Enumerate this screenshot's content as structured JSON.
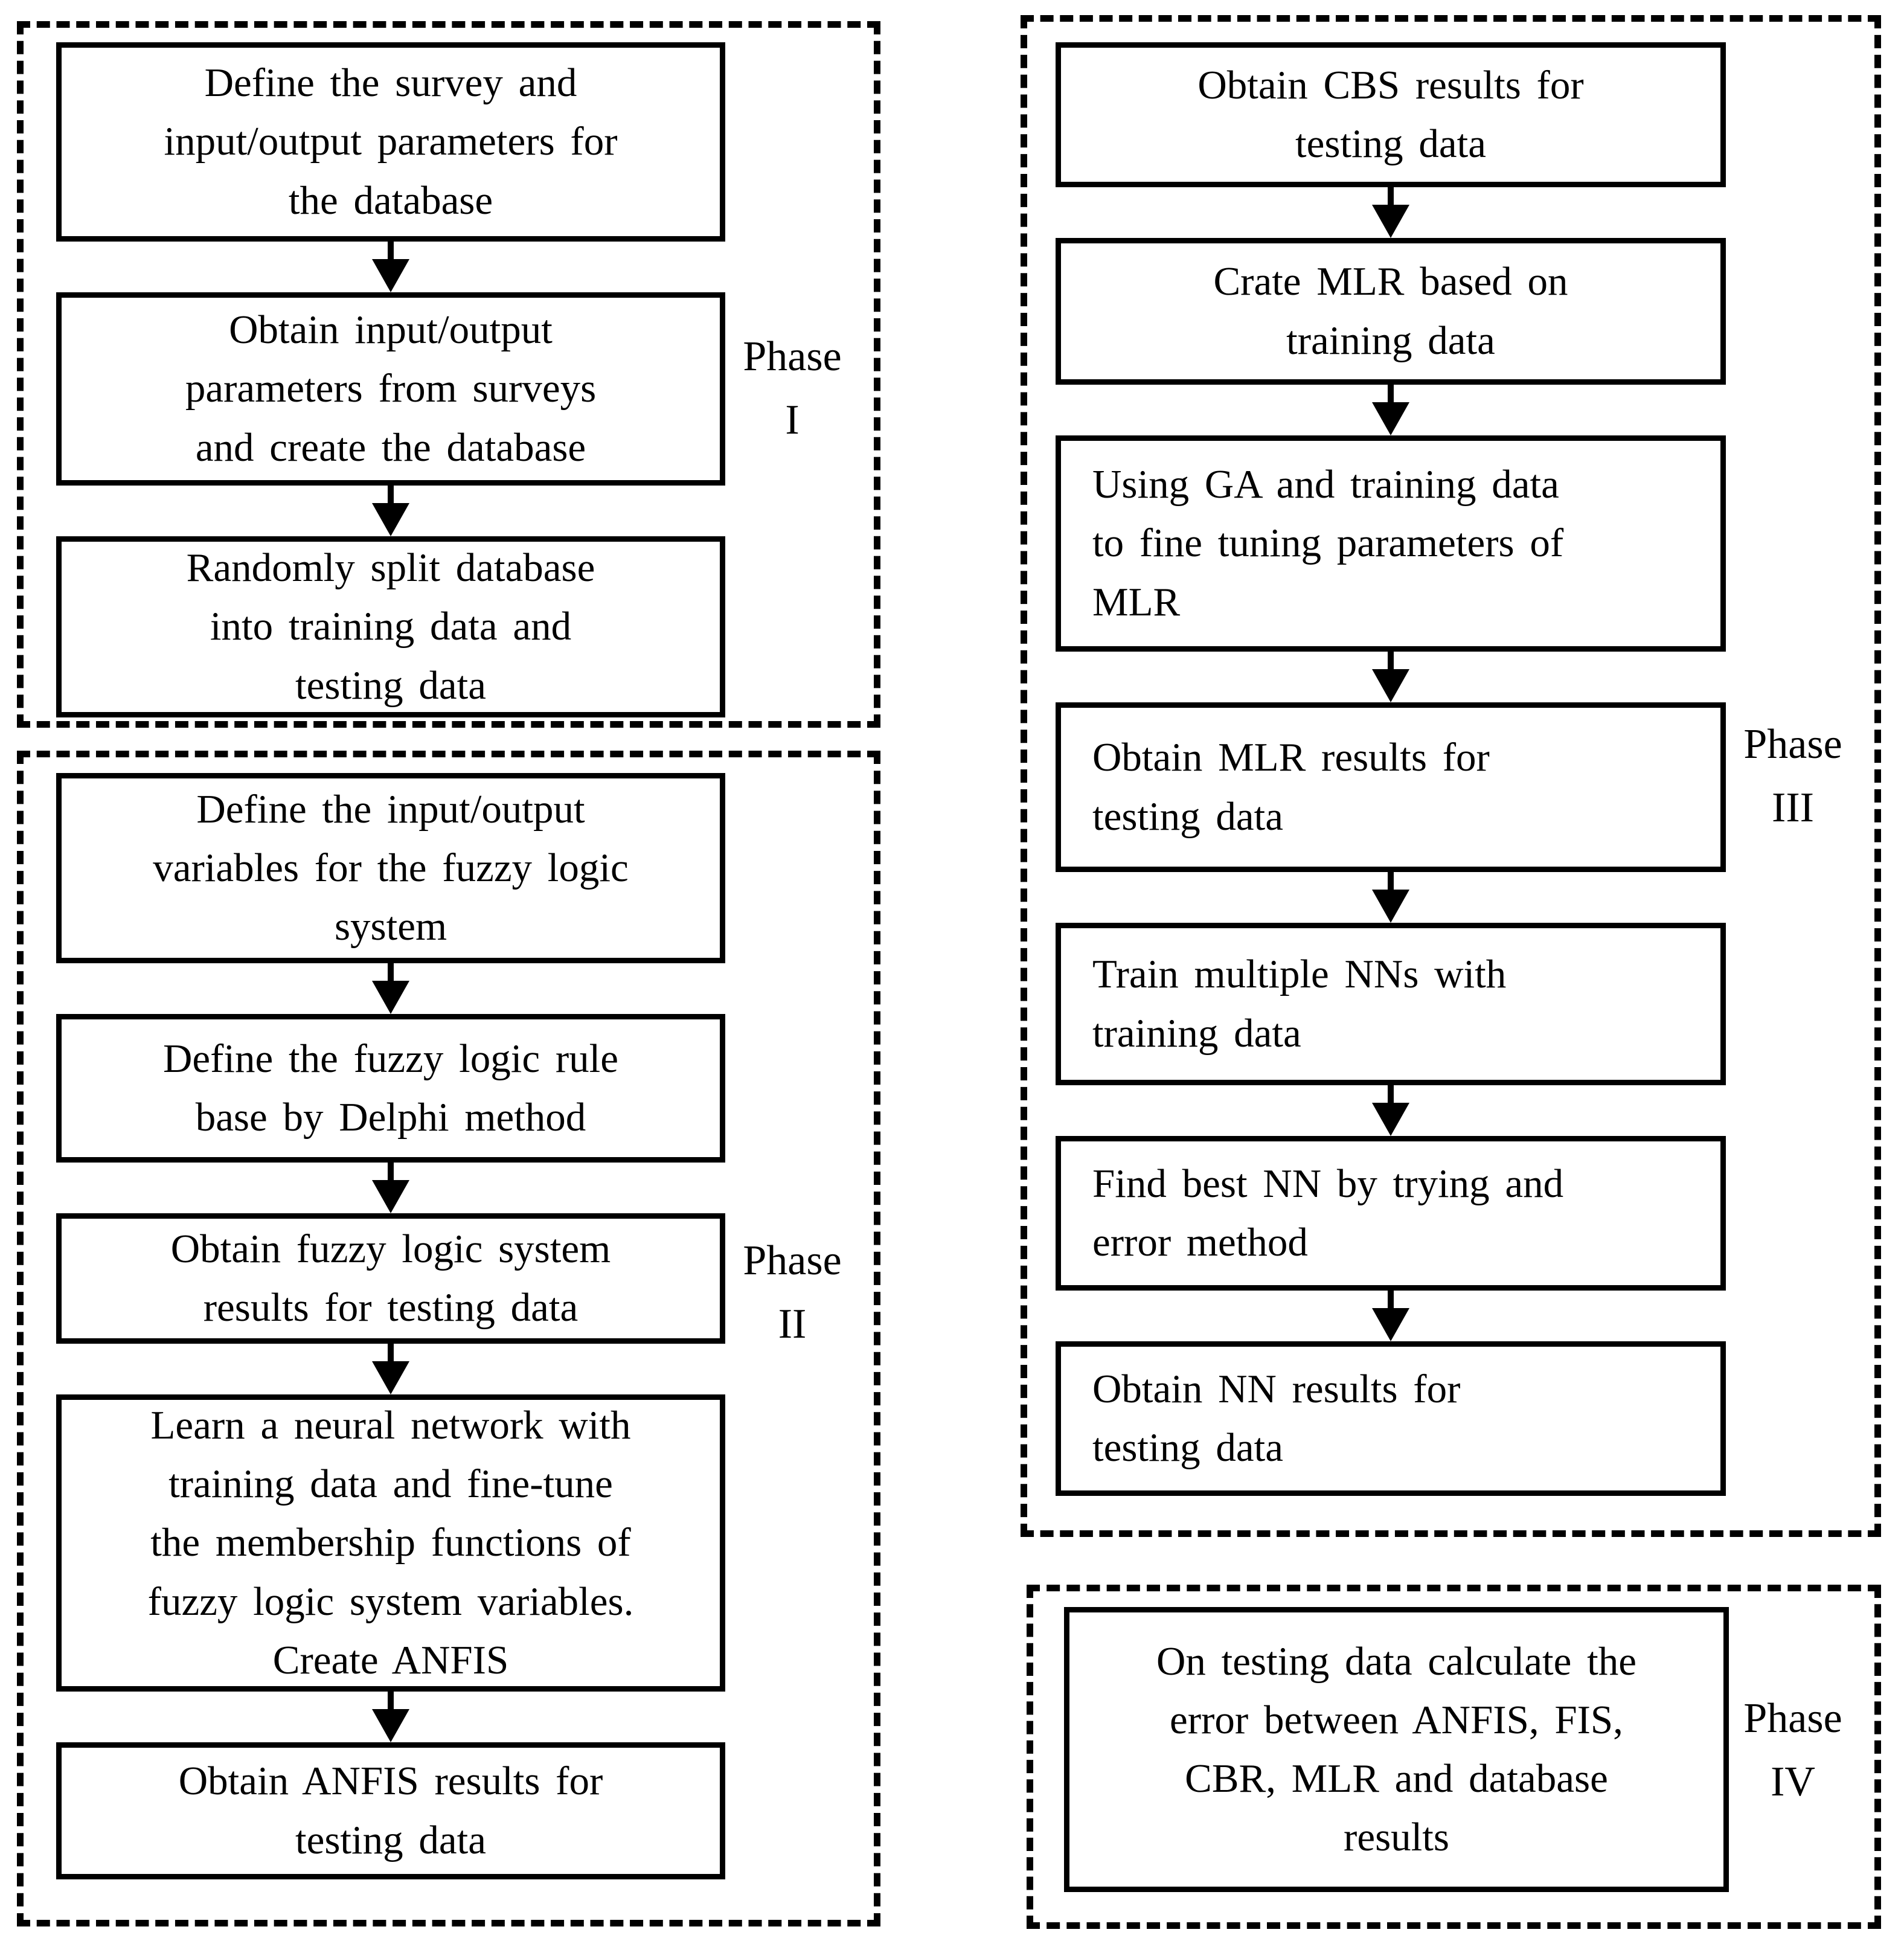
{
  "colors": {
    "stroke": "#000000",
    "background": "#ffffff"
  },
  "phases": [
    {
      "label": "Phase\nI",
      "boxes": [
        {
          "text": "Define the survey and\ninput/output parameters for\nthe database"
        },
        {
          "text": "Obtain input/output\nparameters from surveys\nand create the database"
        },
        {
          "text": "Randomly split database\ninto training data and\ntesting data"
        }
      ]
    },
    {
      "label": "Phase\nII",
      "boxes": [
        {
          "text": "Define the input/output\nvariables for the fuzzy logic\nsystem"
        },
        {
          "text": "Define the fuzzy logic rule\nbase by Delphi method"
        },
        {
          "text": "Obtain fuzzy logic system\nresults for testing data"
        },
        {
          "text": "Learn a neural network with\ntraining data and fine-tune\nthe membership functions of\nfuzzy logic system variables.\nCreate ANFIS"
        },
        {
          "text": "Obtain ANFIS results for\ntesting data"
        }
      ]
    },
    {
      "label": "Phase\nIII",
      "boxes": [
        {
          "text": "Obtain CBS results for\ntesting data"
        },
        {
          "text": "Crate MLR based on\ntraining data"
        },
        {
          "text": "Using GA and training data\nto fine tuning parameters of\nMLR"
        },
        {
          "text": "Obtain MLR results for\ntesting data"
        },
        {
          "text": "Train multiple NNs with\ntraining data"
        },
        {
          "text": "Find best NN by trying and\nerror method"
        },
        {
          "text": "Obtain NN results for\ntesting data"
        }
      ]
    },
    {
      "label": "Phase\nIV",
      "boxes": [
        {
          "text": "On testing data calculate the\nerror between ANFIS, FIS,\nCBR, MLR and database\nresults"
        }
      ]
    }
  ]
}
